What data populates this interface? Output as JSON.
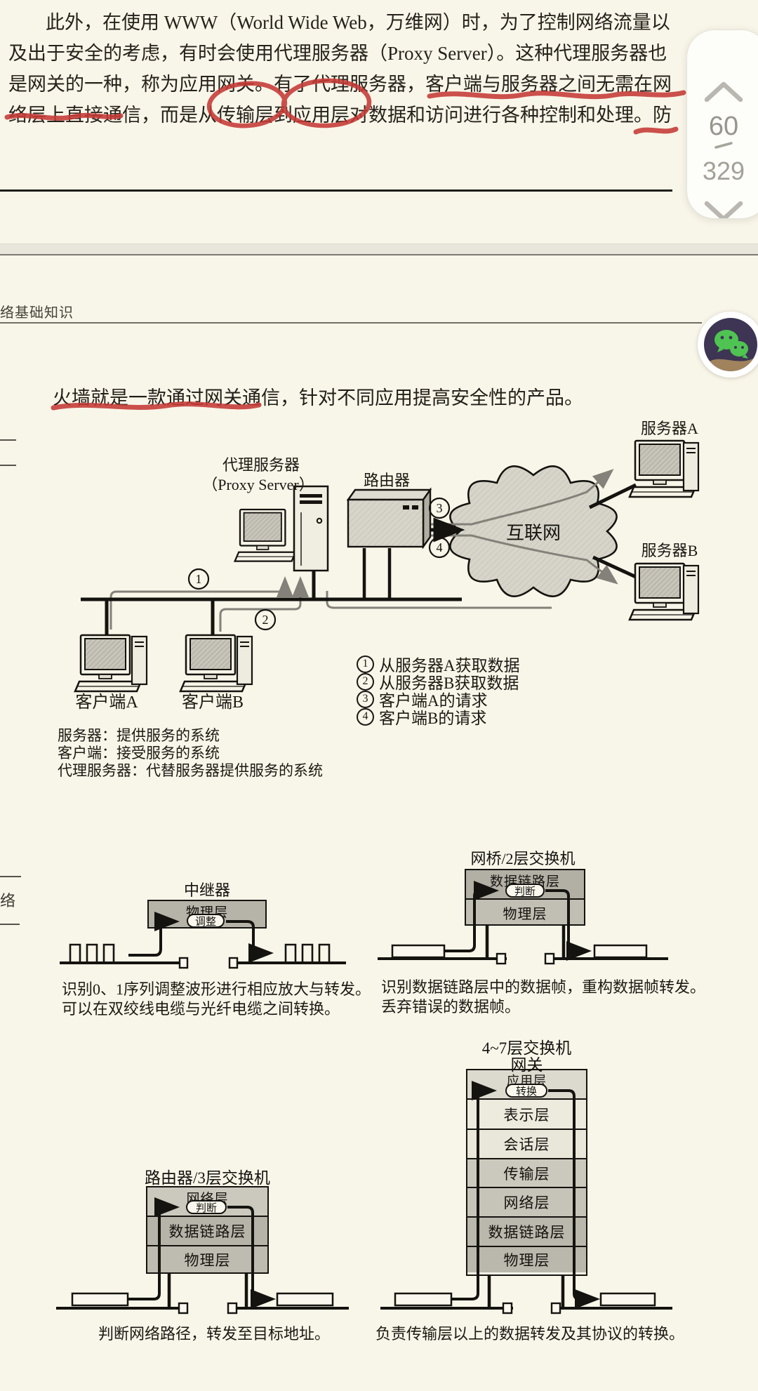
{
  "colors": {
    "paper": "#f8f5e9",
    "ink": "#221e18",
    "annotation_red": "#c43a35",
    "diagram_gray": "#b6b3a8",
    "nav_text": "#98968d"
  },
  "page1": {
    "lines": [
      "此外，在使用 WWW（World Wide Web，万维网）时，为了控制网络流量以",
      "及出于安全的考虑，有时会使用代理服务器（Proxy Server）。这种代理服务器也",
      "是网关的一种，称为应用网关。有了代理服务器，客户端与服务器之间无需在网",
      "络层上直接通信，而是从传输层到应用层对数据和访问进行各种控制和处理。防"
    ]
  },
  "nav": {
    "current": "60",
    "total": "329"
  },
  "page2": {
    "header": "络基础知识",
    "margin_char": "络",
    "intro": "火墙就是一款通过网关通信，针对不同应用提高安全性的产品。"
  },
  "proxy_figure": {
    "proxy_label": "代理服务器",
    "proxy_sublabel": "（Proxy Server）",
    "router_label": "路由器",
    "cloud_label": "互联网",
    "server_a": "服务器A",
    "server_b": "服务器B",
    "client_a": "客户端A",
    "client_b": "客户端B",
    "markers": [
      "1",
      "2",
      "3",
      "4"
    ],
    "legend": [
      {
        "num": "1",
        "text": "从服务器A获取数据"
      },
      {
        "num": "2",
        "text": "从服务器B获取数据"
      },
      {
        "num": "3",
        "text": "客户端A的请求"
      },
      {
        "num": "4",
        "text": "客户端B的请求"
      }
    ],
    "definitions": [
      "服务器：提供服务的系统",
      "客户端：接受服务的系统",
      "代理服务器：代替服务器提供服务的系统"
    ]
  },
  "repeater": {
    "title": "中继器",
    "layer1": "物理层",
    "pill": "调整",
    "captions": [
      "识别0、1序列调整波形进行相应放大与转发。",
      "可以在双绞线电缆与光纤电缆之间转换。"
    ]
  },
  "bridge": {
    "title": "网桥/2层交换机",
    "layer1": "数据链路层",
    "layer2": "物理层",
    "pill": "判断",
    "captions": [
      "识别数据链路层中的数据帧，重构数据帧转发。",
      "丢弃错误的数据帧。"
    ]
  },
  "router3": {
    "title": "路由器/3层交换机",
    "layer1": "网络层",
    "layer2": "数据链路层",
    "layer3": "物理层",
    "pill": "判断",
    "caption": "判断网络路径，转发至目标地址。"
  },
  "gateway": {
    "title": "4~7层交换机",
    "subtitle": "网关",
    "layer1": "应用层",
    "pill": "转换",
    "layers": [
      "表示层",
      "会话层",
      "传输层",
      "网络层",
      "数据链路层",
      "物理层"
    ],
    "caption": "负责传输层以上的数据转发及其协议的转换。"
  }
}
